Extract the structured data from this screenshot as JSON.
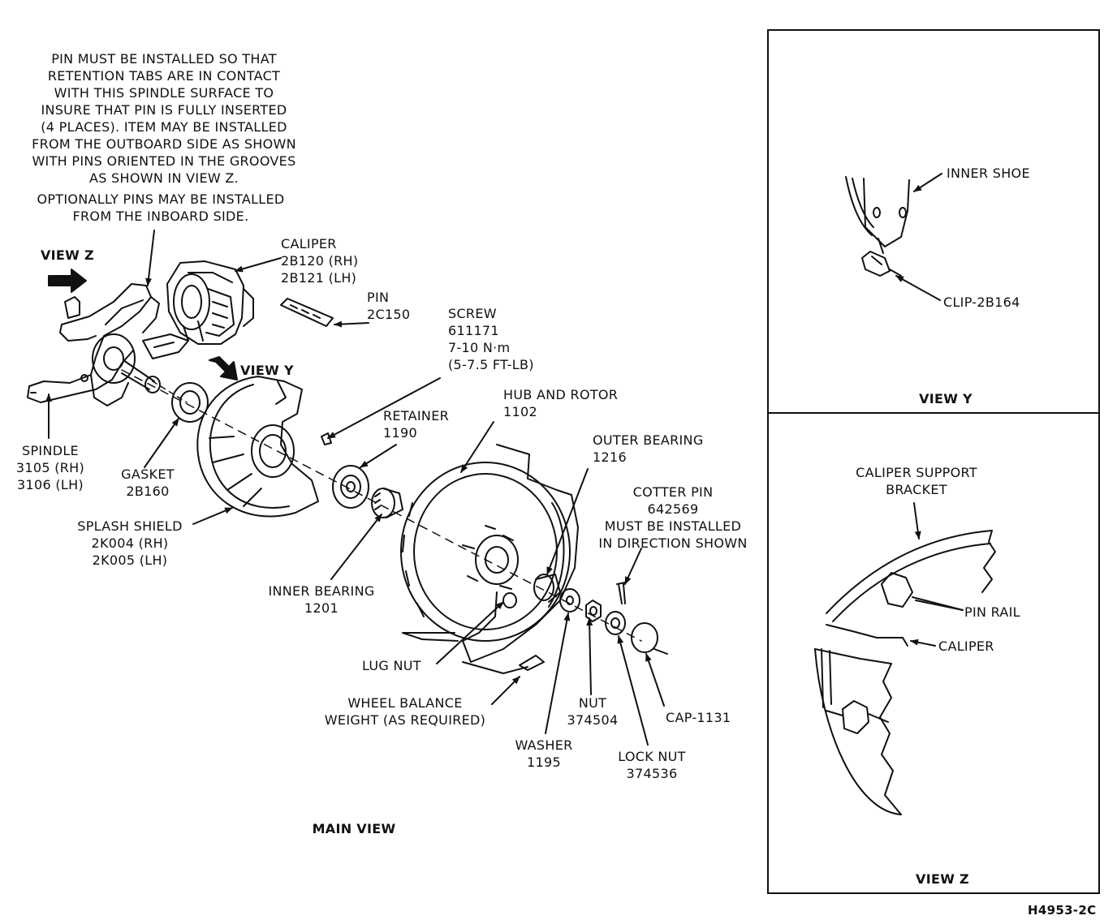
{
  "main": {
    "note_pins": "PIN MUST BE INSTALLED SO THAT\nRETENTION TABS ARE IN CONTACT\nWITH THIS SPINDLE SURFACE TO\nINSURE THAT PIN IS FULLY INSERTED\n(4 PLACES). ITEM MAY BE INSTALLED\nFROM THE OUTBOARD SIDE AS SHOWN\nWITH PINS ORIENTED IN THE GROOVES\nAS SHOWN IN VIEW Z.",
    "note_optional": "OPTIONALLY PINS MAY BE INSTALLED\nFROM THE INBOARD SIDE.",
    "view_z_arrow": "VIEW Z",
    "view_y_arrow": "VIEW Y",
    "caliper": "CALIPER\n2B120 (RH)\n2B121 (LH)",
    "pin": "PIN\n2C150",
    "screw": "SCREW\n611171\n7-10 N·m\n(5-7.5 FT-LB)",
    "hub_rotor": "HUB AND ROTOR\n1102",
    "retainer": "RETAINER\n1190",
    "outer_bearing": "OUTER BEARING\n1216",
    "cotter_pin": "COTTER PIN\n642569\nMUST BE INSTALLED\nIN DIRECTION SHOWN",
    "spindle": "SPINDLE\n3105 (RH)\n3106 (LH)",
    "gasket": "GASKET\n2B160",
    "splash_shield": "SPLASH SHIELD\n2K004 (RH)\n2K005 (LH)",
    "inner_bearing": "INNER BEARING\n1201",
    "lug_nut": "LUG NUT",
    "wheel_balance": "WHEEL BALANCE\nWEIGHT (AS REQUIRED)",
    "nut": "NUT\n374504",
    "cap": "CAP-1131",
    "washer": "WASHER\n1195",
    "lock_nut": "LOCK NUT\n374536",
    "title": "MAIN VIEW"
  },
  "view_y": {
    "inner_shoe": "INNER SHOE",
    "clip": "CLIP-2B164",
    "title": "VIEW Y"
  },
  "view_z": {
    "caliper_support": "CALIPER SUPPORT\nBRACKET",
    "pin_rail": "PIN RAIL",
    "caliper": "CALIPER",
    "title": "VIEW Z"
  },
  "figure_id": "H4953-2C"
}
